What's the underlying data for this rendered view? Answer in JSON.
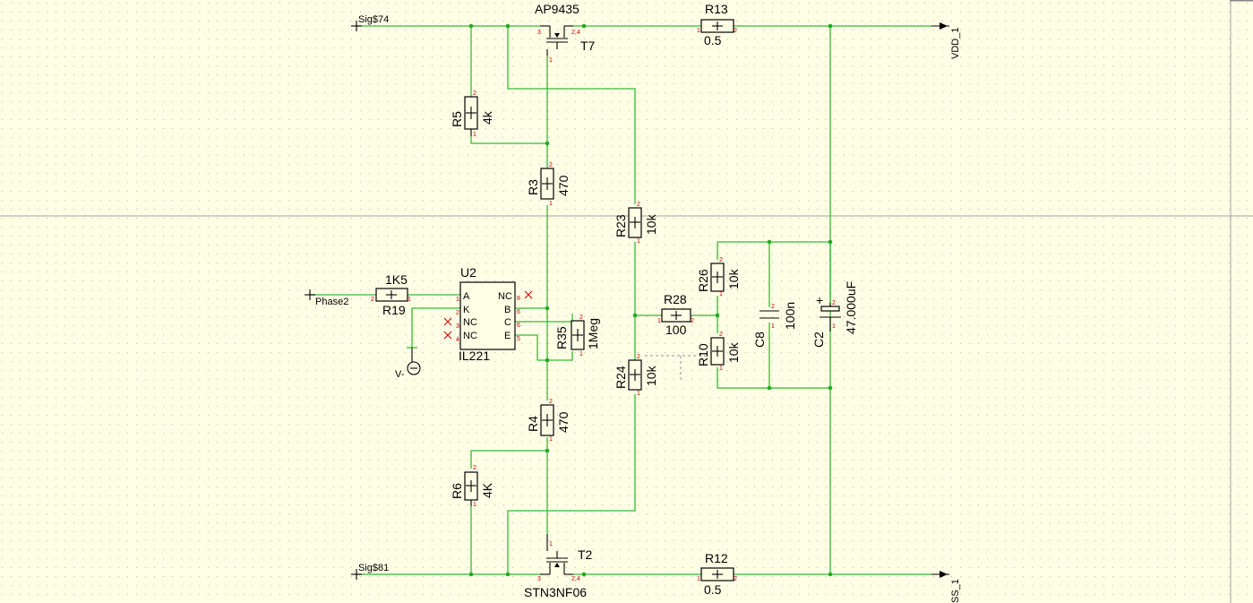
{
  "colors": {
    "background": "#ffffe6",
    "wire": "#33bb33",
    "grid": "#b8b8a8",
    "pin": "#c00000",
    "component": "#000000"
  },
  "ports": {
    "sig74": "Sig$74",
    "sig81": "Sig$81",
    "phase2": "Phase2",
    "vdd": "VDD_1",
    "vss": "SS_1",
    "vminus": "V-"
  },
  "components": {
    "t7": {
      "name": "T7",
      "value": "AP9435"
    },
    "t2": {
      "name": "T2",
      "value": "STN3NF06"
    },
    "r13": {
      "name": "R13",
      "value": "0.5"
    },
    "r12": {
      "name": "R12",
      "value": "0.5"
    },
    "r5": {
      "name": "R5",
      "value": "4k"
    },
    "r6": {
      "name": "R6",
      "value": "4K"
    },
    "r3": {
      "name": "R3",
      "value": "470"
    },
    "r4": {
      "name": "R4",
      "value": "470"
    },
    "r23": {
      "name": "R23",
      "value": "10k"
    },
    "r24": {
      "name": "R24",
      "value": "10k"
    },
    "r26": {
      "name": "R26",
      "value": "10k"
    },
    "r10": {
      "name": "R10",
      "value": "10k"
    },
    "r28": {
      "name": "R28",
      "value": "100"
    },
    "r19": {
      "name": "R19",
      "value": "1K5"
    },
    "r35": {
      "name": "R35",
      "value": "1Meg"
    },
    "c8": {
      "name": "C8",
      "value": "100n"
    },
    "c2": {
      "name": "C2",
      "value": "47.000uF",
      "polarity": "+"
    },
    "u2": {
      "name": "U2",
      "value": "IL221",
      "pins_left": [
        "A",
        "K",
        "NC",
        "NC"
      ],
      "pins_right": [
        "NC",
        "B",
        "C",
        "E"
      ]
    }
  },
  "pins": {
    "one": "1",
    "two": "2",
    "three": "3",
    "four": "4",
    "five": "5",
    "six": "6",
    "eight": "8",
    "two_four": "2,4"
  }
}
